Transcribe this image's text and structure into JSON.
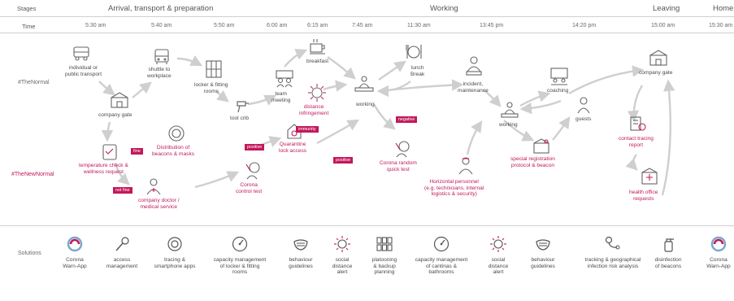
{
  "header": {
    "stages_label": "Stages",
    "time_label": "Time",
    "stages": [
      "Arrival, transport & preparation",
      "Working",
      "Leaving",
      "Home"
    ],
    "times": [
      "5:30 am",
      "5:40 am",
      "5:50 am",
      "6:00 am",
      "6:15 am",
      "7:45 am",
      "11:30 am",
      "13:45 pm",
      "14:20 pm",
      "15:00 am",
      "15:30 am"
    ]
  },
  "rows": {
    "normal": "#TheNormal",
    "newnormal": "#TheNewNormal",
    "solutions": "Solutions"
  },
  "normal_nodes": {
    "transport": "individual or\npublic transport",
    "shuttle": "shuttle to\nworkplace",
    "locker": "locker & fitting\nrooms",
    "team": "team\nmeeting",
    "breakfast": "breakfast",
    "lunch": "lunch\nBreak",
    "working1": "working",
    "incident": "incident,\nmaintenance",
    "coaching": "coaching",
    "working2": "working",
    "guests": "guests",
    "gate_in": "company gate",
    "toolcrib": "tool crib",
    "gate_out": "company gate"
  },
  "new_nodes": {
    "distance": "distance\ninfringement",
    "quarantine": "Quarantine\nlock access",
    "beacons": "Distribution of\nbeacons & masks",
    "temperature": "temperature check &\nwellness request",
    "doctor": "company doctor /\nmedical service",
    "corona_test": "Corona\ncontrol test",
    "random_test": "Corona random\nquick test",
    "personnel": "Horizontal personnel\n(e.g. technicians, internal\nlogistics & security)",
    "registration": "special registration\nprotocol & beacon",
    "contact": "contact tracing\nreport",
    "health": "health office\nrequests"
  },
  "badges": {
    "fine": "fine",
    "not_fine": "not fine",
    "positive1": "positive",
    "immunity": "immunity",
    "positive2": "positive",
    "negative": "negative"
  },
  "solutions": [
    {
      "label": "Corona\nWarn-App",
      "icon": "corona-warn-app-icon"
    },
    {
      "label": "access\nmanagement",
      "icon": "access-key-icon"
    },
    {
      "label": "tracing &\nsmartphone apps",
      "icon": "tracing-beacon-icon"
    },
    {
      "label": "capacity management\nof locker & fitting\nrooms",
      "icon": "capacity-gauge-icon"
    },
    {
      "label": "behaviour\nguidelines",
      "icon": "mask-icon"
    },
    {
      "label": "social\ndistance\nalert",
      "icon": "distance-alert-icon"
    },
    {
      "label": "platooning\n& backup\nplanning",
      "icon": "platooning-icon"
    },
    {
      "label": "capacity management\nof cantinas &\nbathrooms",
      "icon": "capacity-gauge-icon"
    },
    {
      "label": "social\ndistance\nalert",
      "icon": "distance-alert-icon"
    },
    {
      "label": "behaviour\nguidelines",
      "icon": "mask-icon"
    },
    {
      "label": "tracking & geographical\ninfection risk analysis",
      "icon": "tracking-icon"
    },
    {
      "label": "disinfection\nof beacons",
      "icon": "disinfection-spray-icon"
    },
    {
      "label": "Corona\nWarn-App",
      "icon": "corona-warn-app-icon"
    }
  ],
  "colors": {
    "accent": "#c2185b",
    "text": "#4a4a4a",
    "arrow": "#cfcfcf",
    "line": "#d0d0d0"
  }
}
